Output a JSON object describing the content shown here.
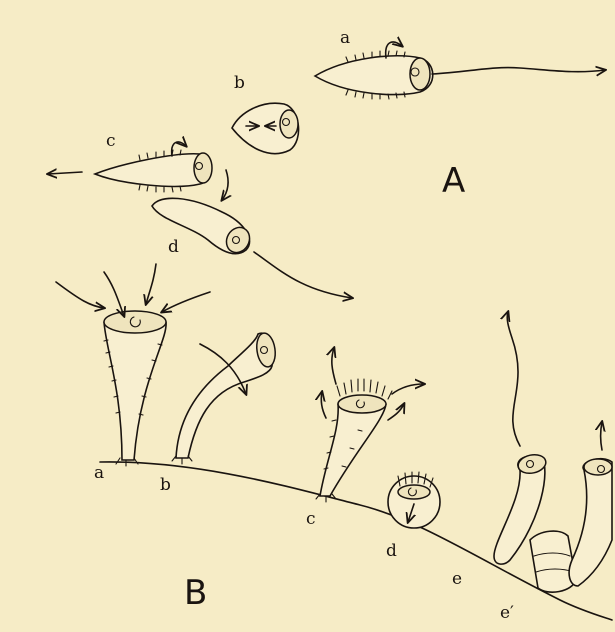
{
  "figure": {
    "panel_labels": {
      "A": "A",
      "B": "B"
    },
    "stage_labels": {
      "A_a": "a",
      "A_b": "b",
      "A_c": "c",
      "A_d": "d",
      "B_a": "a",
      "B_b": "b",
      "B_c": "c",
      "B_d": "d",
      "B_e": "e",
      "B_e_prime": "e′"
    }
  }
}
